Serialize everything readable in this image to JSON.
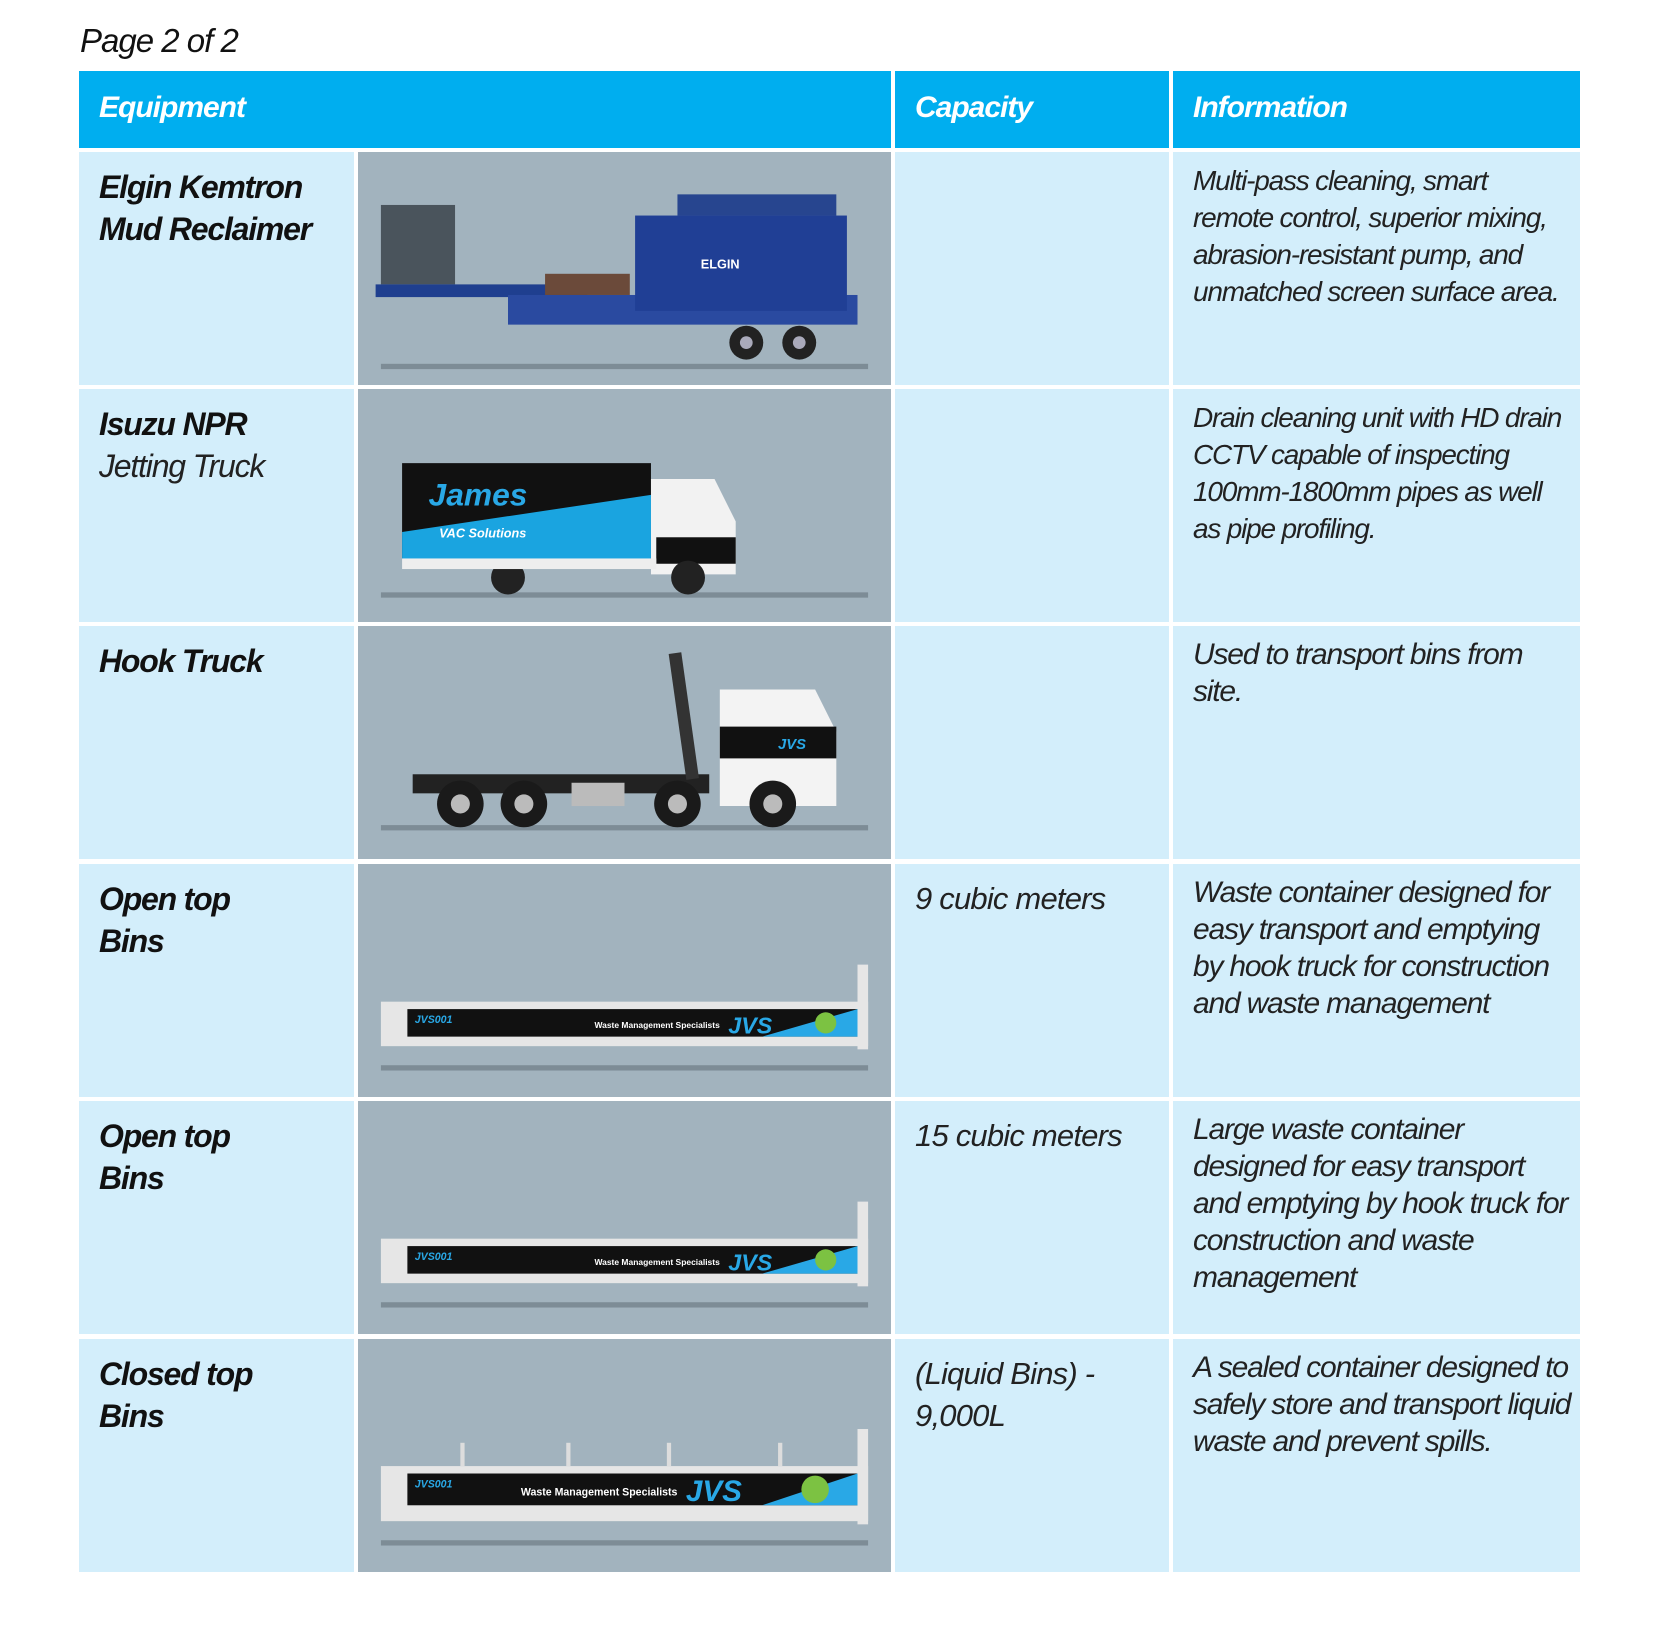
{
  "page_label": "Page 2 of 2",
  "headers": {
    "equipment": "Equipment",
    "capacity": "Capacity",
    "information": "Information"
  },
  "rows": [
    {
      "name": "Elgin Kemtron Mud Reclaimer",
      "subtitle": "",
      "capacity": "",
      "info": "Multi-pass cleaning, smart remote control, superior mixing, abrasion-resistant pump, and unmatched screen surface area.",
      "image": "mud-reclaimer-trailer"
    },
    {
      "name": "Isuzu NPR",
      "subtitle": "Jetting Truck",
      "capacity": "",
      "info": "Drain cleaning unit with HD drain CCTV capable of inspecting 100mm-1800mm pipes as well as pipe profiling.",
      "image": "jetting-truck"
    },
    {
      "name": "Hook Truck",
      "subtitle": "",
      "capacity": "",
      "info": "Used to transport bins from site.",
      "image": "hook-truck"
    },
    {
      "name": "Open top Bins",
      "subtitle": "",
      "capacity": "9 cubic meters",
      "info": "Waste container designed for easy transport and emptying by hook truck for construction and waste management",
      "image": "open-top-bin"
    },
    {
      "name": "Open top Bins",
      "subtitle": "",
      "capacity": "15 cubic meters",
      "info": "Large waste container designed for easy transport and emptying by hook truck for construction and waste management",
      "image": "open-top-bin"
    },
    {
      "name": "Closed top Bins",
      "subtitle": "",
      "capacity": "(Liquid Bins) - 9,000L",
      "info": "A sealed container designed to safely store and transport liquid waste and prevent spills.",
      "image": "closed-top-bin"
    }
  ],
  "logos": {
    "elgin": "ELGIN",
    "james": "James",
    "james_sub": "VAC Solutions",
    "jvs": "JVS",
    "jvs_tag": "Waste Management Specialists",
    "bin_id": "JVS001"
  },
  "colors": {
    "header": "#00aeef",
    "cell": "#d3eefb",
    "image_bg": "#a2b3be"
  }
}
